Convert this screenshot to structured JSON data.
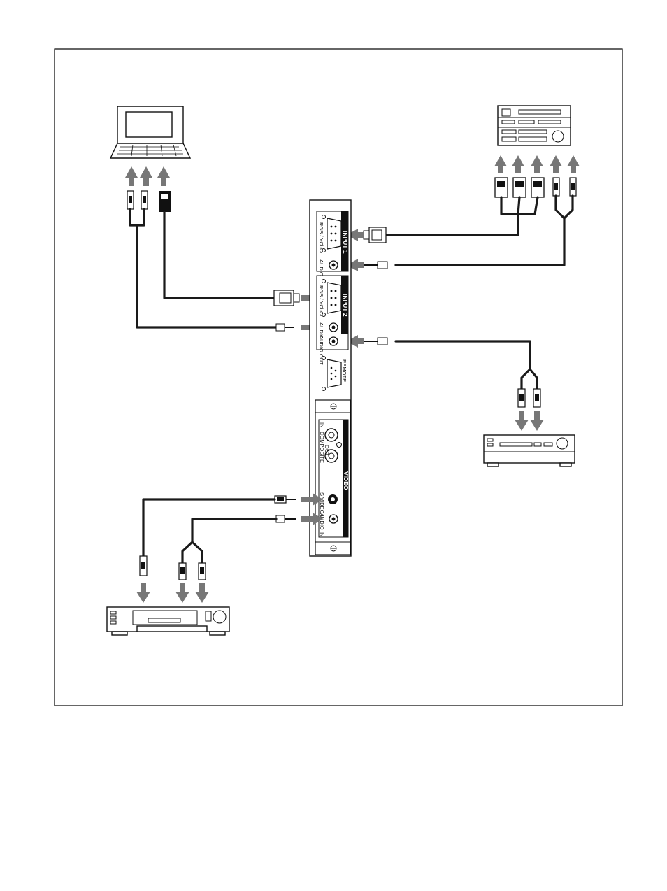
{
  "panel": {
    "input1_label": "INPUT 1",
    "input1_rgb_label": "RGB / YCbCr",
    "input1_audio_label": "AUDIO",
    "input2_label": "INPUT 2",
    "input2_rgb_label": "RGB / YCbCr",
    "input2_audio_label": "AUDIO",
    "audio_out_label": "AUDIO OUT",
    "remote_label": "REMOTE",
    "video_label": "VIDEO",
    "composite_label": "COMPOSITE",
    "composite_in_label": "IN",
    "composite_out_label": "OUT",
    "svideo_label": "S VIDEO IN",
    "video_audio_label": "AUDIO IN"
  },
  "devices": {
    "computer": "laptop-computer",
    "video_recorder": "professional-vtr",
    "amplifier": "audio-amplifier",
    "vcr": "video-cassette-recorder"
  },
  "colors": {
    "line": "#1a1a1a",
    "arrow": "#777777",
    "frame": "#000000"
  }
}
